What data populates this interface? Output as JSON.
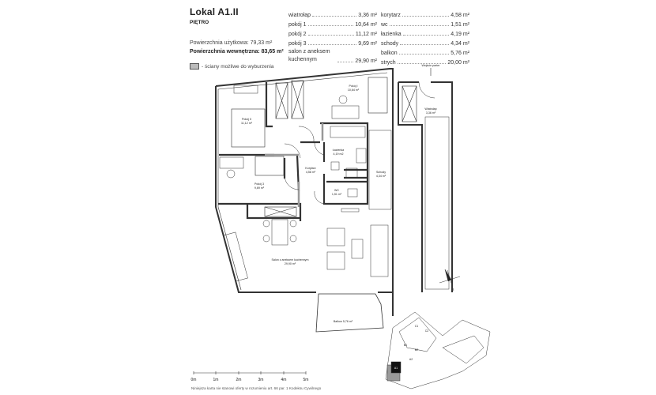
{
  "header": {
    "title": "Lokal A1.II",
    "floor": "PIĘTRO",
    "usable_area": "Powierzchnia użytkowa: 79,33 m²",
    "internal_area": "Powierzchnia wewnętrzna: 83,65 m²",
    "legend": "- ściany możliwe do wyburzenia"
  },
  "areas_left": [
    {
      "name": "wiatrołap",
      "value": "3,36 m²"
    },
    {
      "name": "pokój 1",
      "value": "10,64 m²"
    },
    {
      "name": "pokój 2",
      "value": "11,12 m²"
    },
    {
      "name": "pokój 3",
      "value": "9,69 m²"
    },
    {
      "name": "salon z aneksem kuchennym",
      "value": "29,90 m²"
    }
  ],
  "areas_right": [
    {
      "name": "korytarz",
      "value": "4,58 m²"
    },
    {
      "name": "wc",
      "value": "1,51 m²"
    },
    {
      "name": "łazienka",
      "value": "4,19 m²"
    },
    {
      "name": "schody",
      "value": "4,34 m²"
    },
    {
      "name": "balkon",
      "value": "5,76 m²"
    },
    {
      "name": "strych",
      "value": "20,00 m²"
    }
  ],
  "plan_labels": {
    "pokoj1": {
      "name": "Pokój I",
      "area": "10,64 m²"
    },
    "pokoj2": {
      "name": "Pokój II",
      "area": "11,12 m²"
    },
    "pokoj3": {
      "name": "Pokój 3",
      "area": "9,69 m²"
    },
    "lazienka": {
      "name": "Łazienka",
      "area": "4,19 m2"
    },
    "korytarz": {
      "name": "Korytarz",
      "area": "4,58 m²"
    },
    "wc": {
      "name": "WC",
      "area": "1,51 m²"
    },
    "schody": {
      "name": "Schody",
      "area": "4,34 m²"
    },
    "salon": {
      "name": "Salon z aneksem kuchennym",
      "area": "29,90 m²"
    },
    "balkon": "Balkon 5,76 m²",
    "wiatrolap": {
      "name": "Wiatrołap",
      "area": "3,36 m²"
    },
    "entrance": "Wejście parter"
  },
  "site_plan": {
    "labels": [
      "A1",
      "A2",
      "B1",
      "B2",
      "C1",
      "C2"
    ]
  },
  "scale": [
    "0m",
    "1m",
    "2m",
    "3m",
    "4m",
    "5m"
  ],
  "footer_note": "Niniejsza karta nie stanowi oferty w rozumieniu art. 66 par. 1 Kodeksu Cywilnego"
}
